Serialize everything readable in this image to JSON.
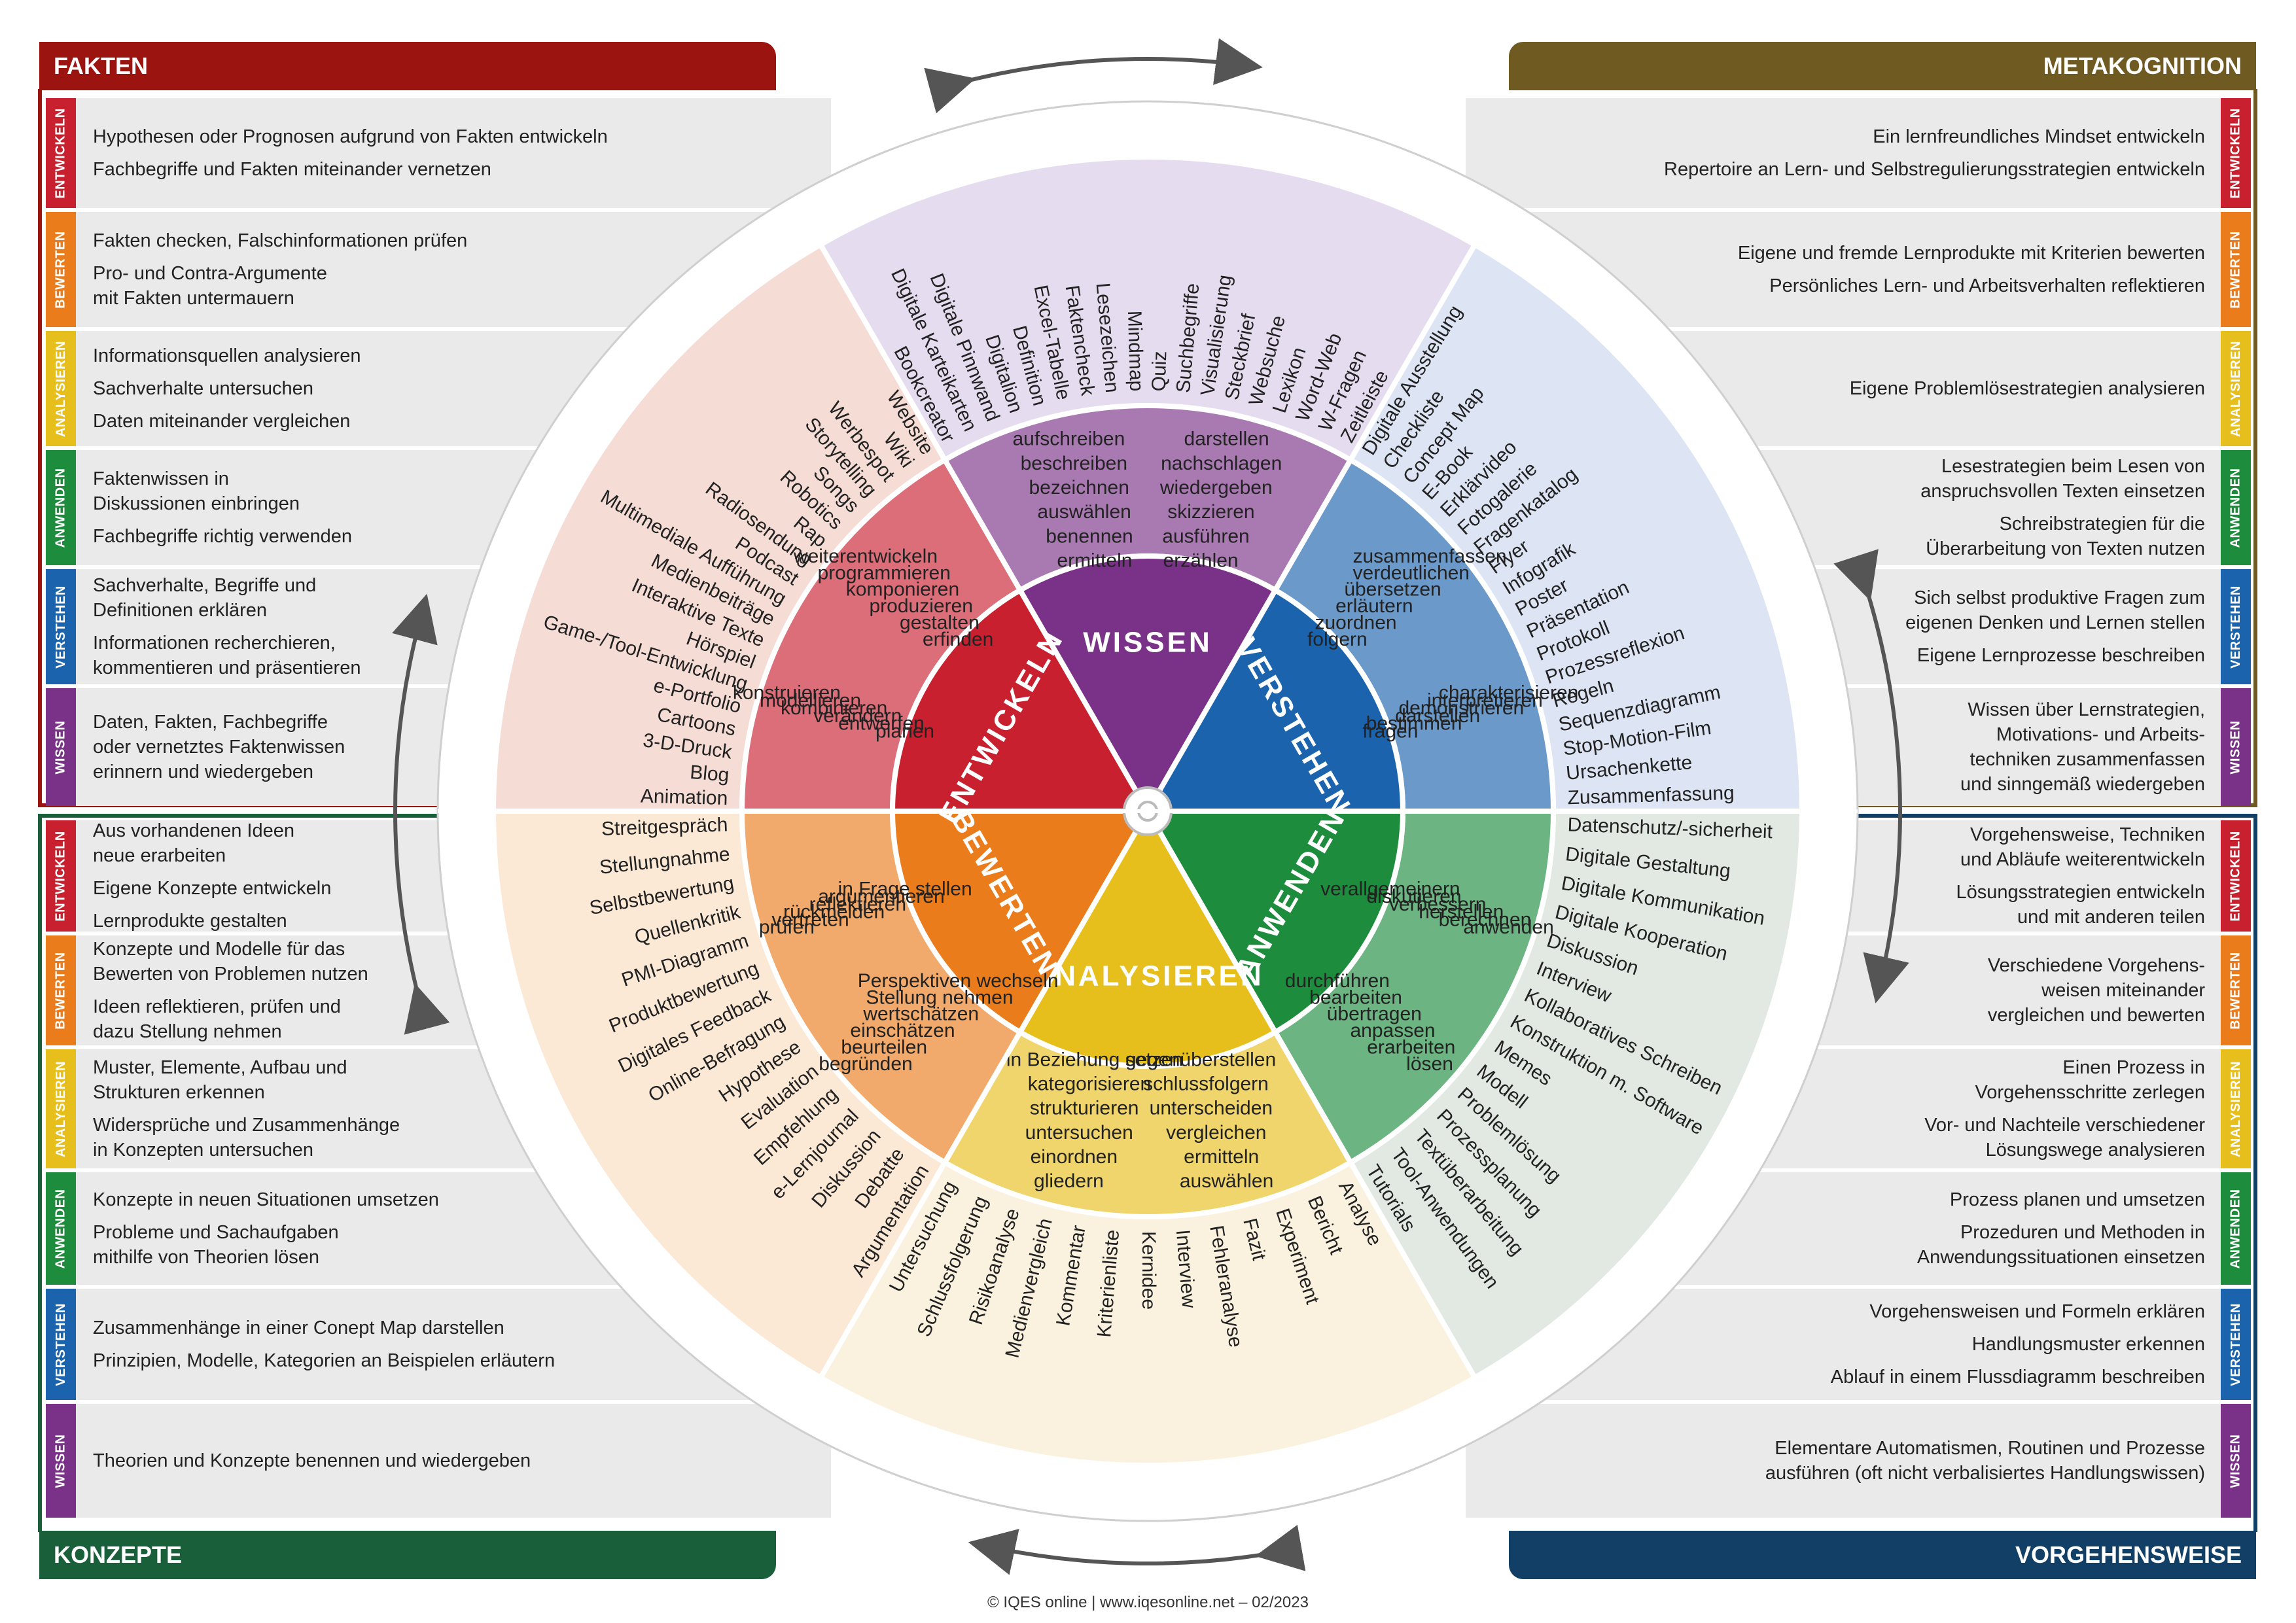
{
  "colors": {
    "fakten": "#9b1410",
    "metakognition": "#6f5a21",
    "konzepte": "#185f3a",
    "vorgehensweise": "#123f66",
    "entwickeln": "#c8202f",
    "bewerten": "#ea7c1c",
    "analysieren": "#e7bf1d",
    "anwenden": "#1d8c3d",
    "verstehen": "#1b64ad",
    "wissen": "#7a3288"
  },
  "corners": {
    "fakten": "FAKTEN",
    "metakognition": "METAKOGNITION",
    "konzepte": "KONZEPTE",
    "vorgehensweise": "VORGEHENSWEISE"
  },
  "levels": {
    "entwickeln": "ENTWICKELN",
    "bewerten": "BEWERTEN",
    "analysieren": "ANALYSIEREN",
    "anwenden": "ANWENDEN",
    "verstehen": "VERSTEHEN",
    "wissen": "WISSEN"
  },
  "fakten_rows": [
    {
      "level": "ENTWICKELN",
      "color": "#c8202f",
      "lines": [
        "Hypothesen oder Prognosen aufgrund von Fakten entwickeln",
        "Fachbegriffe und Fakten miteinander vernetzen"
      ]
    },
    {
      "level": "BEWERTEN",
      "color": "#ea7c1c",
      "lines": [
        "Fakten checken, Falschinformationen prüfen",
        "Pro- und Contra-Argumente\nmit Fakten untermauern"
      ]
    },
    {
      "level": "ANALYSIEREN",
      "color": "#e7bf1d",
      "lines": [
        "Informationsquellen analysieren",
        "Sachverhalte untersuchen",
        "Daten miteinander vergleichen"
      ]
    },
    {
      "level": "ANWENDEN",
      "color": "#1d8c3d",
      "lines": [
        "Faktenwissen in\nDiskussionen einbringen",
        "Fachbegriffe richtig verwenden"
      ]
    },
    {
      "level": "VERSTEHEN",
      "color": "#1b64ad",
      "lines": [
        "Sachverhalte, Begriffe und\nDefinitionen erklären",
        "Informationen recherchieren,\nkommentieren und präsentieren"
      ]
    },
    {
      "level": "WISSEN",
      "color": "#7a3288",
      "lines": [
        "Daten, Fakten, Fachbegriffe\noder vernetztes Faktenwissen\nerinnern und wiedergeben"
      ]
    }
  ],
  "meta_rows": [
    {
      "level": "ENTWICKELN",
      "color": "#c8202f",
      "lines": [
        "Ein lernfreundliches Mindset entwickeln",
        "Repertoire an Lern- und Selbstregulierungsstrategien entwickeln"
      ]
    },
    {
      "level": "BEWERTEN",
      "color": "#ea7c1c",
      "lines": [
        "Eigene und fremde Lernprodukte mit Kriterien bewerten",
        "Persönliches Lern- und Arbeitsverhalten reflektieren"
      ]
    },
    {
      "level": "ANALYSIEREN",
      "color": "#e7bf1d",
      "lines": [
        "Eigene Problemlösestrategien analysieren"
      ]
    },
    {
      "level": "ANWENDEN",
      "color": "#1d8c3d",
      "lines": [
        "Lesestrategien beim Lesen von\nanspruchsvollen Texten einsetzen",
        "Schreibstrategien für die\nÜberarbeitung von Texten nutzen"
      ]
    },
    {
      "level": "VERSTEHEN",
      "color": "#1b64ad",
      "lines": [
        "Sich selbst produktive Fragen zum\neigenen Denken und Lernen stellen",
        "Eigene Lernprozesse beschreiben"
      ]
    },
    {
      "level": "WISSEN",
      "color": "#7a3288",
      "lines": [
        "Wissen über Lernstrategien,\nMotivations- und Arbeits-\ntechniken zusammenfassen\nund sinngemäß wiedergeben"
      ]
    }
  ],
  "konzepte_rows": [
    {
      "level": "ENTWICKELN",
      "color": "#c8202f",
      "lines": [
        "Aus vorhandenen Ideen\nneue erarbeiten",
        "Eigene Konzepte entwickeln",
        "Lernprodukte gestalten"
      ]
    },
    {
      "level": "BEWERTEN",
      "color": "#ea7c1c",
      "lines": [
        "Konzepte und Modelle für das\nBewerten von Problemen nutzen",
        "Ideen reflektieren, prüfen und\ndazu Stellung nehmen"
      ]
    },
    {
      "level": "ANALYSIEREN",
      "color": "#e7bf1d",
      "lines": [
        "Muster, Elemente, Aufbau und\nStrukturen erkennen",
        "Widersprüche und Zusammenhänge\nin Konzepten untersuchen"
      ]
    },
    {
      "level": "ANWENDEN",
      "color": "#1d8c3d",
      "lines": [
        "Konzepte in neuen Situationen umsetzen",
        "Probleme und Sachaufgaben\nmithilfe von Theorien lösen"
      ]
    },
    {
      "level": "VERSTEHEN",
      "color": "#1b64ad",
      "lines": [
        "Zusammenhänge in einer Conept Map darstellen",
        "Prinzipien, Modelle, Kategorien an Beispielen erläutern"
      ]
    },
    {
      "level": "WISSEN",
      "color": "#7a3288",
      "lines": [
        "Theorien und Konzepte benennen und wiedergeben"
      ]
    }
  ],
  "vorgehen_rows": [
    {
      "level": "ENTWICKELN",
      "color": "#c8202f",
      "lines": [
        "Vorgehensweise, Techniken\nund Abläufe weiterentwickeln",
        "Lösungsstrategien entwickeln\nund mit anderen teilen"
      ]
    },
    {
      "level": "BEWERTEN",
      "color": "#ea7c1c",
      "lines": [
        "Verschiedene Vorgehens-\nweisen miteinander\nvergleichen und bewerten"
      ]
    },
    {
      "level": "ANALYSIEREN",
      "color": "#e7bf1d",
      "lines": [
        "Einen Prozess in\nVorgehensschritte zerlegen",
        "Vor- und Nachteile verschiedener\nLösungswege analysieren"
      ]
    },
    {
      "level": "ANWENDEN",
      "color": "#1d8c3d",
      "lines": [
        "Prozess planen und umsetzen",
        "Prozeduren und Methoden in\nAnwendungssituationen einsetzen"
      ]
    },
    {
      "level": "VERSTEHEN",
      "color": "#1b64ad",
      "lines": [
        "Vorgehensweisen und Formeln erklären",
        "Handlungsmuster erkennen",
        "Ablauf in einem Flussdiagramm beschreiben"
      ]
    },
    {
      "level": "WISSEN",
      "color": "#7a3288",
      "lines": [
        "Elementare Automatismen, Routinen und Prozesse\nausführen (oft nicht verbalisiertes Handlungswissen)"
      ]
    }
  ],
  "sectors": [
    {
      "key": "wissen",
      "label": "WISSEN",
      "verbs": [
        "aufschreiben",
        "beschreiben",
        "bezeichnen",
        "auswählen",
        "benennen",
        "ermitteln",
        "darstellen",
        "nachschlagen",
        "wiedergeben",
        "skizzieren",
        "ausführen",
        "erzählen"
      ],
      "products": [
        "Bookcreator",
        "Digitale Karteikarten",
        "Digitale Pinnwand",
        "Digitalion",
        "Definition",
        "Excel-Tabelle",
        "Faktencheck",
        "Lesezeichen",
        "Mindmap",
        "Quiz",
        "Suchbegriffe",
        "Visualisierung",
        "Steckbrief",
        "Websuche",
        "Lexikon",
        "Word-Web",
        "W-Fragen",
        "Zeitleiste"
      ]
    },
    {
      "key": "verstehen",
      "label": "VERSTEHEN",
      "verbs": [
        "zusammenfassen",
        "verdeutlichen",
        "übersetzen",
        "erläutern",
        "zuordnen",
        "folgern",
        "charakterisieren",
        "interpretieren",
        "demonstrieren",
        "darstellen",
        "bestimmen",
        "fragen"
      ],
      "products": [
        "Digitale Ausstellung",
        "Checkliste",
        "Concept Map",
        "E-Book",
        "Erklärvideo",
        "Fotogalerie",
        "Fragenkatalog",
        "Flyer",
        "Infografik",
        "Poster",
        "Präsentation",
        "Protokoll",
        "Prozessreflexion",
        "Regeln",
        "Sequenzdiagramm",
        "Stop-Motion-Film",
        "Ursachenkette",
        "Zusammenfassung"
      ]
    },
    {
      "key": "anwenden",
      "label": "ANWENDEN",
      "verbs": [
        "anwenden",
        "berechnen",
        "herstellen",
        "verbessern",
        "diskutieren",
        "verallgemeinern",
        "lösen",
        "erarbeiten",
        "anpassen",
        "übertragen",
        "bearbeiten",
        "durchführen"
      ],
      "products": [
        "Datenschutz/-sicherheit",
        "Digitale Gestaltung",
        "Digitale Kommunikation",
        "Digitale Kooperation",
        "Diskussion",
        "Interview",
        "Kollaboratives Schreiben",
        "Konstruktion m. Software",
        "Memes",
        "Modell",
        "Problemlösung",
        "Prozessplanung",
        "Textüberarbeitung",
        "Tool-Anwendungen",
        "Tutorials"
      ]
    },
    {
      "key": "analysieren",
      "label": "ANALYSIEREN",
      "verbs": [
        "auswählen",
        "ermitteln",
        "vergleichen",
        "unterscheiden",
        "schlussfolgern",
        "gegenüberstellen",
        "gliedern",
        "einordnen",
        "untersuchen",
        "strukturieren",
        "kategorisieren",
        "in Beziehung setzen"
      ],
      "products": [
        "Analyse",
        "Bericht",
        "Experiment",
        "Fazit",
        "Fehleranalyse",
        "Interview",
        "Kernidee",
        "Kriterienliste",
        "Kommentar",
        "Medienvergleich",
        "Risikoanalyse",
        "Schlussfolgerung",
        "Untersuchung"
      ]
    },
    {
      "key": "bewerten",
      "label": "BEWERTEN",
      "verbs": [
        "begründen",
        "beurteilen",
        "einschätzen",
        "wertschätzen",
        "Stellung nehmen",
        "Perspektiven wechseln",
        "prüfen",
        "vertreten",
        "rückmelden",
        "reflektieren",
        "argumentieren",
        "in Frage stellen"
      ],
      "products": [
        "Argumentation",
        "Debatte",
        "Diskussion",
        "e-Lernjournal",
        "Empfehlung",
        "Evaluation",
        "Hypothese",
        "Online-Befragung",
        "Digitales Feedback",
        "Produktbewertung",
        "PMI-Diagramm",
        "Quellenkritik",
        "Selbstbewertung",
        "Stellungnahme",
        "Streitgespräch"
      ]
    },
    {
      "key": "entwickeln",
      "label": "ENTWICKELN",
      "verbs": [
        "konstruieren",
        "modellieren",
        "kombinieren",
        "verändern",
        "entwerfen",
        "planen",
        "weiterentwickeln",
        "programmieren",
        "komponieren",
        "produzieren",
        "gestalten",
        "erfinden"
      ],
      "products": [
        "Animation",
        "Blog",
        "3-D-Druck",
        "Cartoons",
        "e-Portfolio",
        "Game-/Tool-Entwicklung",
        "Hörspiel",
        "Interaktive Texte",
        "Medienbeiträge",
        "Multimediale Aufführung",
        "Podcast",
        "Radiosendung",
        "Rap",
        "Robotics",
        "Songs",
        "Storytelling",
        "Werbespot",
        "Wiki",
        "Website"
      ]
    }
  ],
  "footer": "© IQES online | www.iqesonline.net – 02/2023"
}
